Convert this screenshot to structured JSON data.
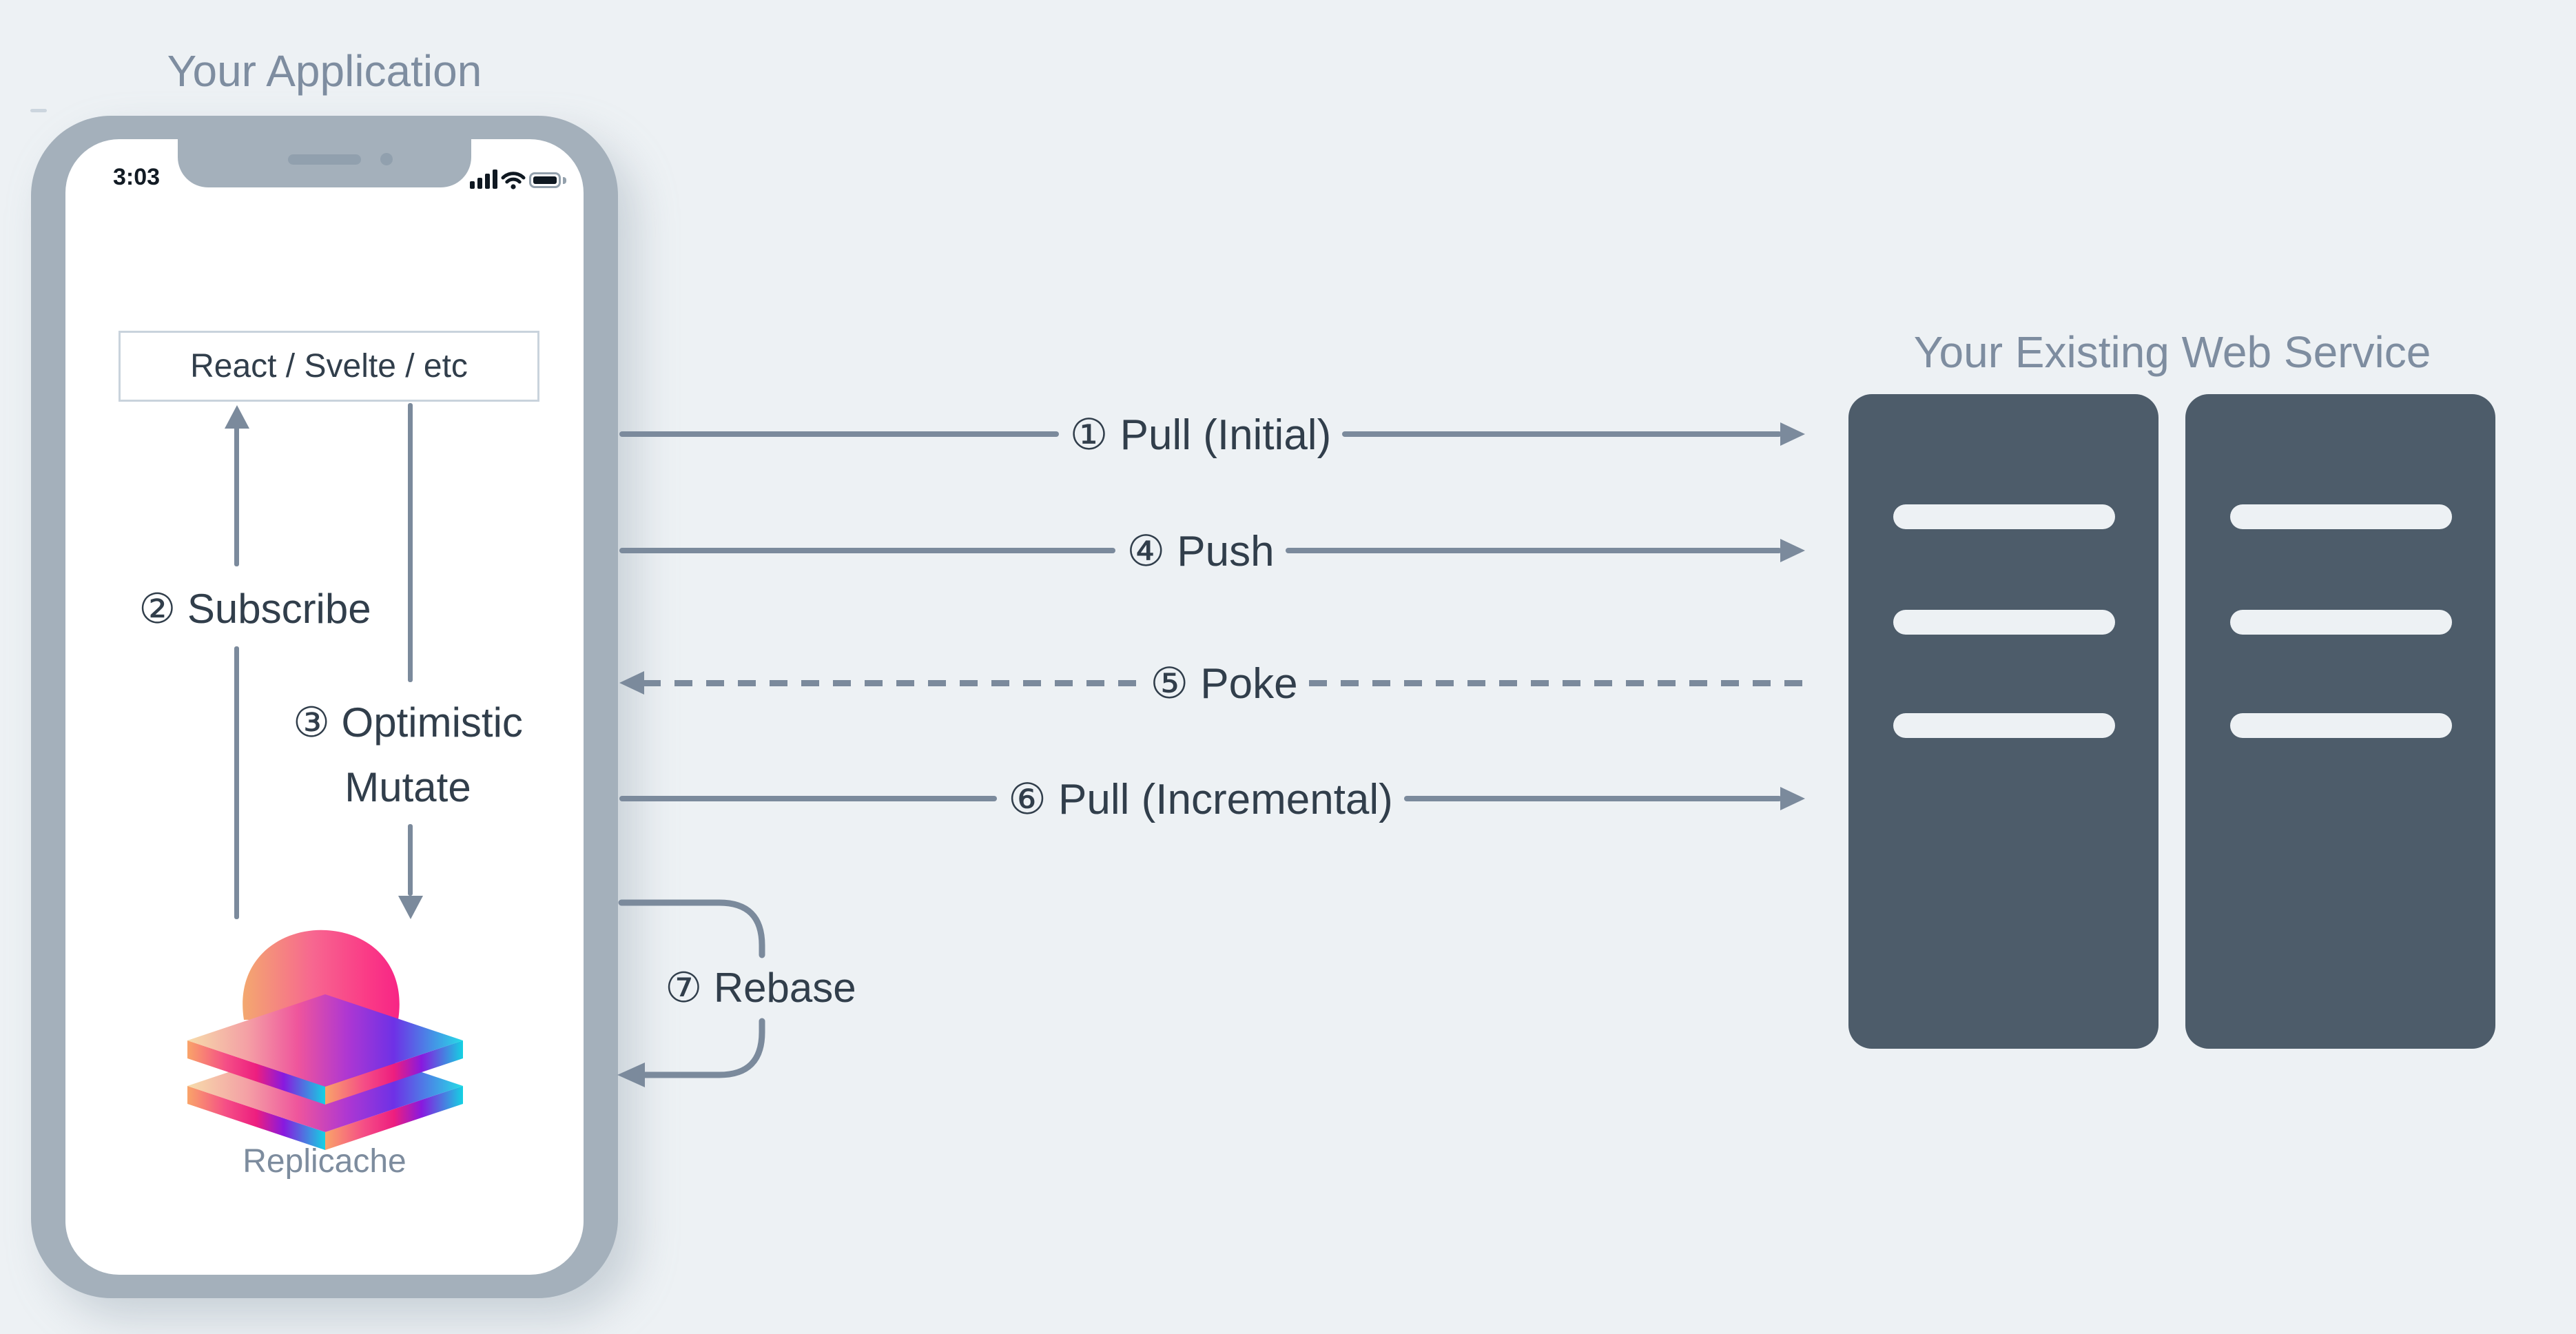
{
  "colors": {
    "background": "#edf1f4",
    "phone_bezel": "#a4b0bb",
    "arrow": "#7b8a9c",
    "dark_text": "#313e4b",
    "muted_title": "#7e8da0",
    "server_body": "#4d5c6a",
    "server_bar": "#edf1f4",
    "box_border": "#c9d3dc",
    "status_icon": "#0f1821"
  },
  "application": {
    "title": "Your Application",
    "status_bar": {
      "time": "3:03",
      "icons": [
        "signal-icon",
        "wifi-icon",
        "battery-icon"
      ]
    },
    "framework_box": {
      "label": "React / Svelte / etc"
    },
    "internal_flows": [
      {
        "display": "② Subscribe",
        "number": "2",
        "label": "Subscribe",
        "direction": "up"
      },
      {
        "display_line1": "③ Optimistic",
        "display_line2": "Mutate",
        "number": "3",
        "label": "Optimistic Mutate",
        "direction": "down"
      }
    ],
    "logo": {
      "name": "replicache-logo",
      "label": "Replicache"
    }
  },
  "web_service": {
    "title": "Your Existing Web Service",
    "server_count": 2,
    "bars_per_server": 3
  },
  "sync_flows": [
    {
      "display": "① Pull (Initial)",
      "number": "1",
      "label": "Pull (Initial)",
      "style": "solid",
      "direction": "right"
    },
    {
      "display": "④ Push",
      "number": "4",
      "label": "Push",
      "style": "solid",
      "direction": "right"
    },
    {
      "display": "⑤ Poke",
      "number": "5",
      "label": "Poke",
      "style": "dashed",
      "direction": "left"
    },
    {
      "display": "⑥ Pull (Incremental)",
      "number": "6",
      "label": "Pull (Incremental)",
      "style": "solid",
      "direction": "right"
    },
    {
      "display": "⑦ Rebase",
      "number": "7",
      "label": "Rebase",
      "style": "loop",
      "direction": "left"
    }
  ]
}
